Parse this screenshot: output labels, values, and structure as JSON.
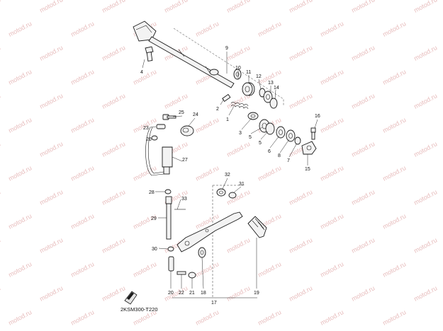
{
  "watermark": "motod.ru",
  "diagram_code": "2KSM300-T220",
  "callouts": [
    "1",
    "2",
    "3",
    "4",
    "5",
    "6",
    "7",
    "8",
    "9",
    "10",
    "11",
    "12",
    "13",
    "14",
    "15",
    "16",
    "17",
    "18",
    "19",
    "20",
    "21",
    "22",
    "23",
    "24",
    "25",
    "26",
    "27",
    "28",
    "29",
    "30",
    "31",
    "32",
    "33"
  ],
  "icons": {
    "front": "fwd-arrow-icon"
  },
  "colors": {
    "line": "#1a1a1a",
    "watermark": "#e7bcbc",
    "background": "#ffffff"
  }
}
